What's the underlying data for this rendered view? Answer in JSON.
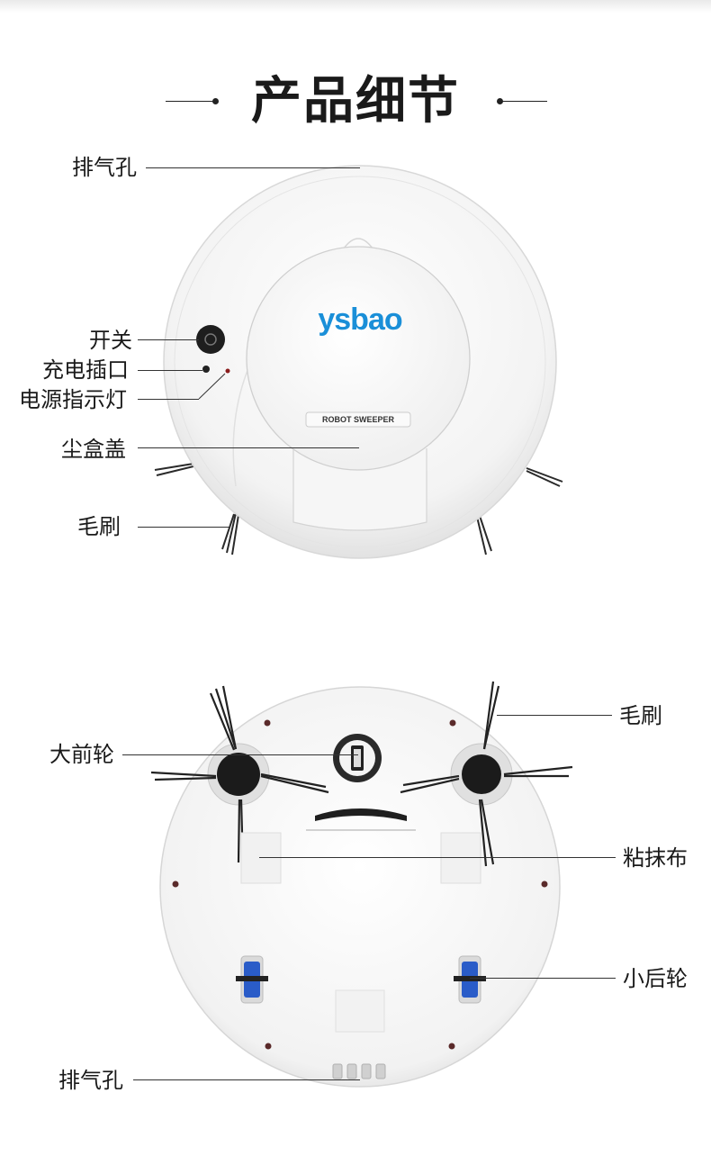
{
  "title": "产品细节",
  "top": {
    "logo": "ysbao",
    "model_badge": "ROBOT SWEEPER",
    "labels": {
      "vent": "排气孔",
      "power_switch": "开关",
      "charge_port": "充电插口",
      "power_indicator": "电源指示灯",
      "dustbin_cover": "尘盒盖",
      "brush": "毛刷"
    }
  },
  "bottom": {
    "labels": {
      "brush": "毛刷",
      "front_wheel": "大前轮",
      "mop_pad": "粘抹布",
      "rear_wheel": "小后轮",
      "vent": "排气孔"
    }
  },
  "colors": {
    "logo_blue": "#1a8fd8",
    "wheel_blue": "#2a5cc8",
    "body_white": "#f4f4f4"
  }
}
